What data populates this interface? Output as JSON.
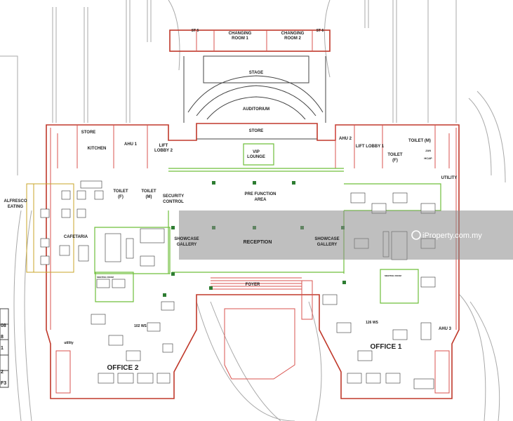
{
  "labels": {
    "changing_room_1": [
      "CHANGING",
      "ROOM 1"
    ],
    "changing_room_2": [
      "CHANGING",
      "ROOM 2"
    ],
    "st_left": "ST 5",
    "st_right": "ST 6",
    "stage": "STAGE",
    "auditorium": "AUDITORIUM",
    "store_top": "STORE",
    "store_left": "STORE",
    "kitchen": "KITCHEN",
    "ahu_1": "AHU 1",
    "lift_lobby_2": [
      "LIFT",
      "LOBBY 2"
    ],
    "ahu_2": "AHU 2",
    "lift_lobby_1": "LIFT LOBBY 1",
    "toilet_m_right": "TOILET (M)",
    "jan": "JAN",
    "hcap": "HCAP",
    "toilet_f_right": [
      "TOILET",
      "(F)"
    ],
    "vip_lounge": [
      "VIP",
      "LOUNGE"
    ],
    "utility_right": "UTILITY",
    "prefunction": [
      "PRE FUNCTION",
      "AREA"
    ],
    "toilet_f_left": [
      "TOILET",
      "(F)"
    ],
    "toilet_m_left": [
      "TOILET",
      "(M)"
    ],
    "security": [
      "SECURITY",
      "CONTROL"
    ],
    "alfresco": [
      "ALFRESCO",
      "EATING"
    ],
    "cafetaria": "CAFETARIA",
    "showcase_left": [
      "SHOWCASE",
      "GALLERY"
    ],
    "reception": "RECEPTION",
    "showcase_right": [
      "SHOWCASE",
      "GALLERY"
    ],
    "foyer": "FOYER",
    "office_2": "OFFICE 2",
    "office_1": "OFFICE 1",
    "ws_102": "102 WS",
    "ws_126": "126 WS",
    "ahu_3": "AHU 3",
    "utility_left": "utility",
    "meeting_room": "MEETING ROOM",
    "watermark": "iProperty.com.my",
    "legend_fragments": [
      "08",
      "8",
      "1",
      "2",
      "F3"
    ]
  },
  "colors": {
    "wall": "#c0392b",
    "zone_line": "#6fbf3b",
    "cafeteria_edge": "#c8a52a",
    "column": "#2e7d32",
    "watermark_band": "#8a8a8a"
  }
}
